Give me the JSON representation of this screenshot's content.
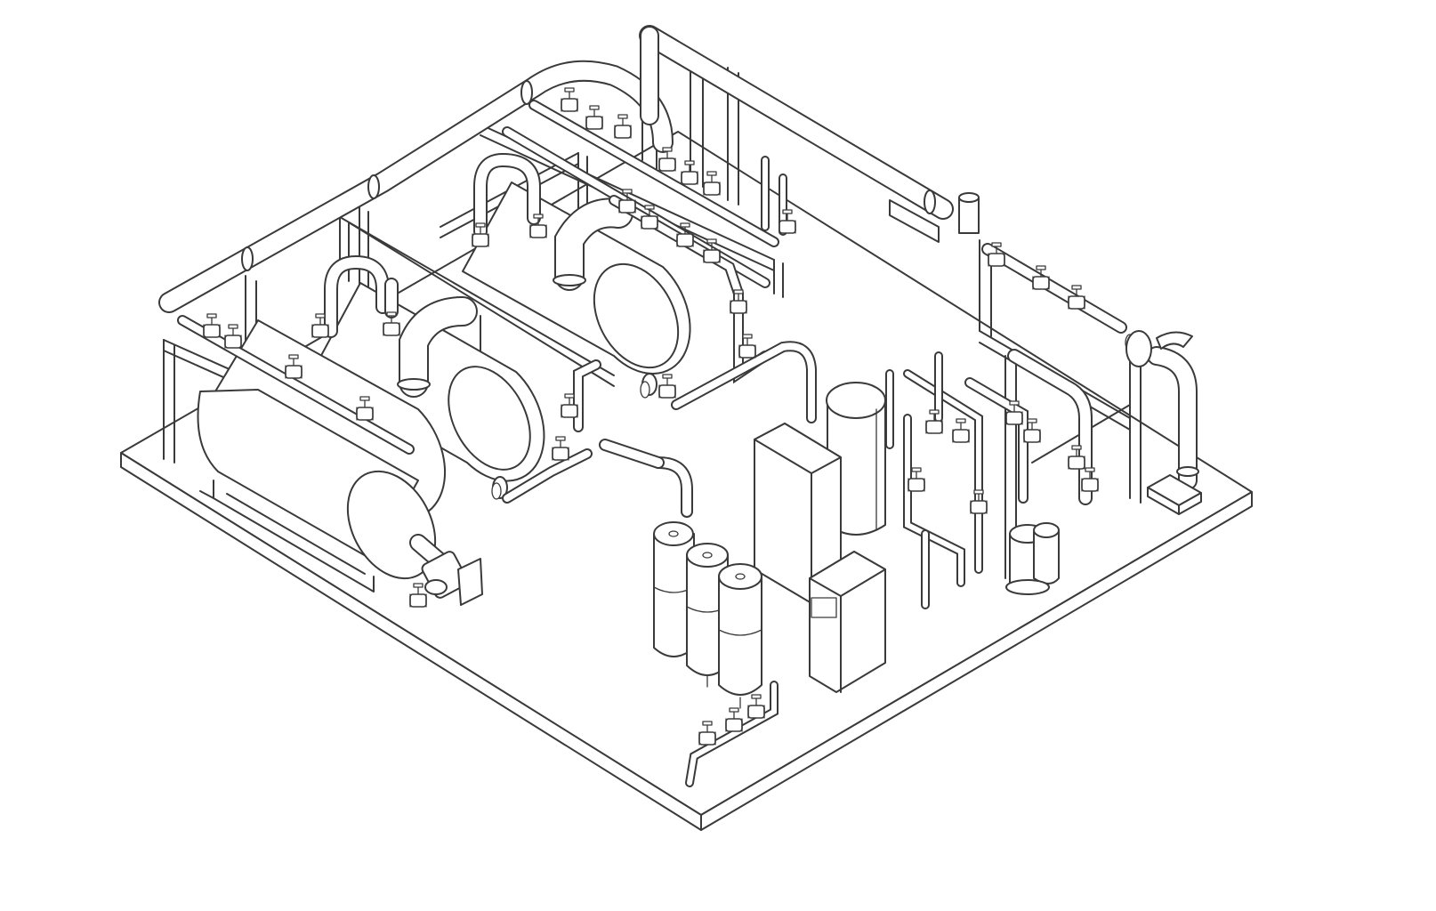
{
  "colors": {
    "background": "#ffffff",
    "line": "#3a3a3a",
    "highlight": "#c8c8c8"
  },
  "scene": {
    "view": "isometric-line-drawing",
    "equipment": [
      {
        "name": "skid-base",
        "kind": "platform"
      },
      {
        "name": "boiler-front-left",
        "kind": "horizontal-vessel"
      },
      {
        "name": "boiler-middle",
        "kind": "horizontal-vessel"
      },
      {
        "name": "boiler-rear",
        "kind": "horizontal-vessel"
      },
      {
        "name": "expansion-tank",
        "kind": "vertical-vessel"
      },
      {
        "name": "control-panel-large",
        "kind": "cabinet"
      },
      {
        "name": "control-panel-small",
        "kind": "cabinet"
      },
      {
        "name": "filter-cartridge-1",
        "kind": "vertical-cylinder"
      },
      {
        "name": "filter-cartridge-2",
        "kind": "vertical-cylinder"
      },
      {
        "name": "filter-cartridge-3",
        "kind": "vertical-cylinder"
      },
      {
        "name": "circulation-pump",
        "kind": "pump"
      },
      {
        "name": "small-pump-right",
        "kind": "pump"
      }
    ]
  }
}
